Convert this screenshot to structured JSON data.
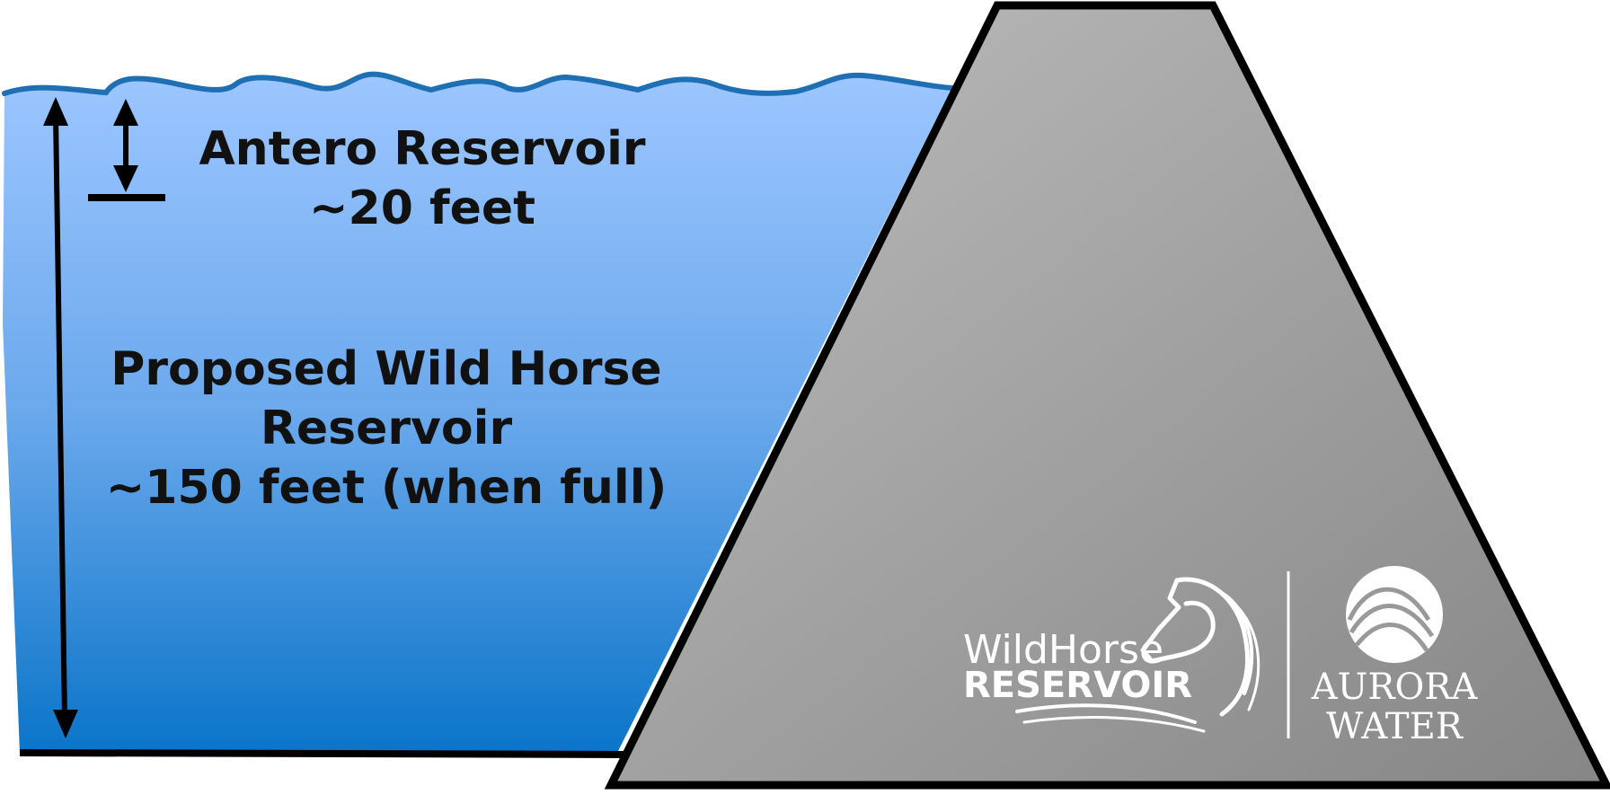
{
  "diagram": {
    "antero": {
      "name": "Antero Reservoir",
      "depth": "~20 feet"
    },
    "wild_horse": {
      "line1": "Proposed Wild Horse",
      "line2": "Reservoir",
      "depth": "~150 feet (when full)"
    }
  },
  "logos": {
    "wildhorse": {
      "line1": "WildHorse",
      "line2": "RESERVOIR"
    },
    "aurora": {
      "line1": "AURORA",
      "line2": "WATER"
    }
  },
  "colors": {
    "water_top": "#97c2fd",
    "water_bottom": "#0a74c8",
    "water_surface": "#1f6fb5",
    "dam_light": "#b5b5b5",
    "dam_dark": "#8c8c8c",
    "outline": "#000000"
  }
}
